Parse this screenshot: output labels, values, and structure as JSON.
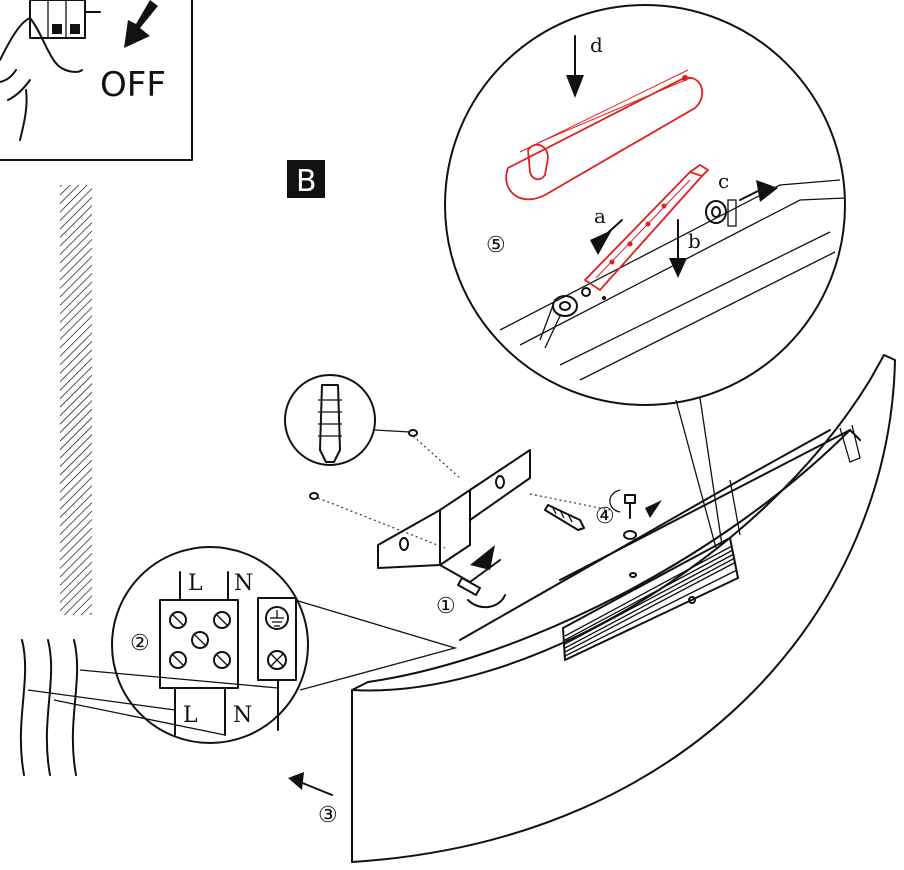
{
  "panel_off": {
    "label": "OFF"
  },
  "section_badge": {
    "label": "B"
  },
  "detail_lamp": {
    "step": "⑤",
    "letter_a": "a",
    "letter_b": "b",
    "letter_c": "c",
    "letter_d": "d"
  },
  "steps": {
    "bracket_screw": "①",
    "wiring": "②",
    "slide_cover": "③",
    "fix_screw": "④"
  },
  "terminal": {
    "live_top": "L",
    "neutral_top": "N",
    "live_bottom": "L",
    "neutral_bottom": "N"
  },
  "colors": {
    "line": "#111111",
    "lamp": "#e02020",
    "badge_bg": "#111111",
    "background": "#ffffff"
  }
}
